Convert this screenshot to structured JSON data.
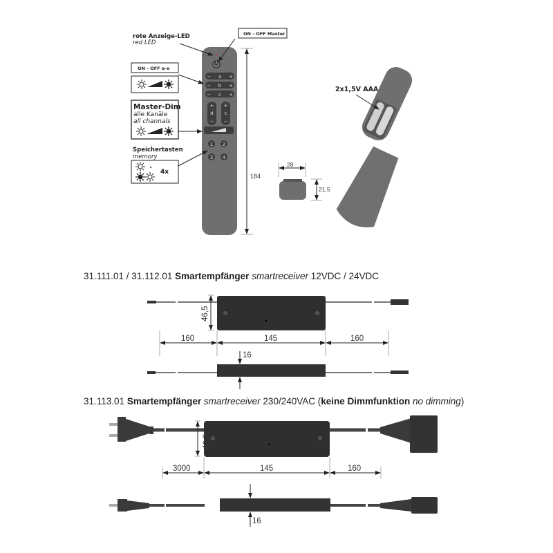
{
  "remote": {
    "led_label": "rote Anzeige-LED",
    "led_label_en": "red LED",
    "master_onoff": "ON - OFF  Master",
    "onoff_ae": "ON - OFF   a-e",
    "master_dim": "Master-Dim",
    "all_channels_de": "alle Kanäle",
    "all_channels_en": "all channals",
    "memory_de": "Speichertasten",
    "memory_en": "memory",
    "memory_count": "4x",
    "channel_keys": [
      "a",
      "b",
      "c"
    ],
    "vertical_keys": [
      "d",
      "c"
    ],
    "plus": "+",
    "minus": "−",
    "memory_keys": [
      "1",
      "2",
      "3",
      "4"
    ],
    "length": "184",
    "battery_label": "2x1,5V AAA",
    "cap_width": "28",
    "cap_height": "21,5"
  },
  "section1": {
    "code": "31.111.01 / 31.112.01",
    "name": "Smartempfänger",
    "name_en": "smartreceiver",
    "voltage": "12VDC / 24VDC",
    "height": "46,5",
    "dims": [
      "160",
      "145",
      "160"
    ],
    "thickness": "16"
  },
  "section2": {
    "code": "31.113.01",
    "name": "Smartempfänger",
    "name_en": "smartreceiver",
    "voltage": "230/240VAC",
    "note_open": "(",
    "note": "keine Dimmfunktion",
    "note_en": "no dimming",
    "note_close": ")",
    "height": "46,5",
    "dims": [
      "3000",
      "145",
      "160"
    ],
    "thickness": "16"
  }
}
